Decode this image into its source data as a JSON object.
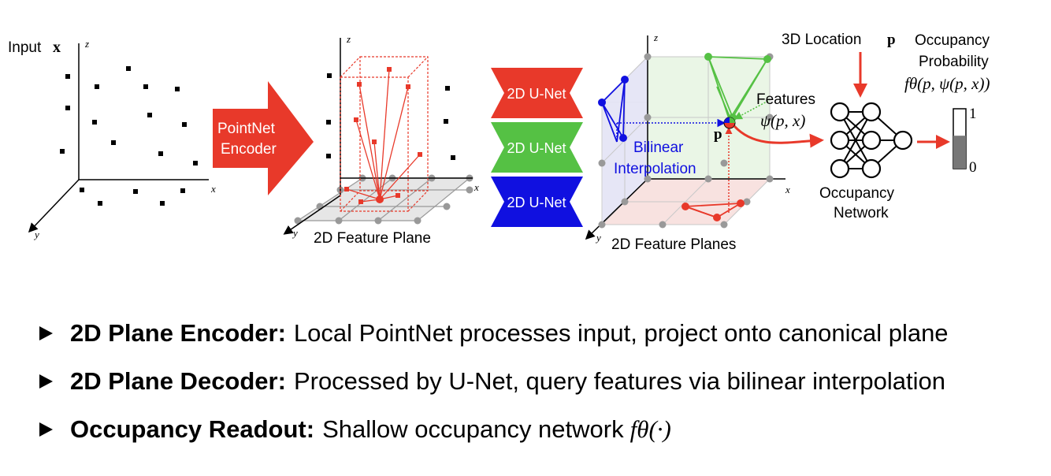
{
  "panel_input": {
    "label": "Input",
    "var": "x",
    "axes": {
      "x": "x",
      "y": "y",
      "z": "z"
    }
  },
  "encoder_arrow": {
    "line1": "PointNet",
    "line2": "Encoder",
    "color": "#e8392a"
  },
  "panel_plane": {
    "caption": "2D Feature Plane",
    "axes": {
      "x": "x",
      "y": "y",
      "z": "z"
    }
  },
  "unets": [
    {
      "label": "2D U-Net",
      "color": "#e8392a"
    },
    {
      "label": "2D U-Net",
      "color": "#55c144"
    },
    {
      "label": "2D U-Net",
      "color": "#1010e0"
    }
  ],
  "panel_planes": {
    "caption": "2D Feature Planes",
    "interp_line1": "Bilinear",
    "interp_line2": "Interpolation",
    "point_label": "p",
    "features_label": "Features",
    "features_math": "ψ(p, x)",
    "axes": {
      "x": "x",
      "y": "y",
      "z": "z"
    }
  },
  "occupancy": {
    "location_label": "3D Location",
    "location_var": "p",
    "prob_line1": "Occupancy",
    "prob_line2": "Probability",
    "prob_math": "fθ(p, ψ(p, x))",
    "net_line1": "Occupancy",
    "net_line2": "Network",
    "scale_top": "1",
    "scale_bottom": "0",
    "prob_level": 0.55
  },
  "colors": {
    "red": "#e8392a",
    "green": "#55c144",
    "blue": "#1010e0",
    "grey": "#999999"
  },
  "bullets": [
    {
      "head": "2D Plane Encoder:",
      "text": "Local PointNet processes input, project onto canonical plane",
      "math": ""
    },
    {
      "head": "2D Plane Decoder:",
      "text": "Processed by U-Net, query features via bilinear interpolation",
      "math": ""
    },
    {
      "head": "Occupancy Readout:",
      "text": "Shallow occupancy network",
      "math": "fθ(·)"
    }
  ]
}
